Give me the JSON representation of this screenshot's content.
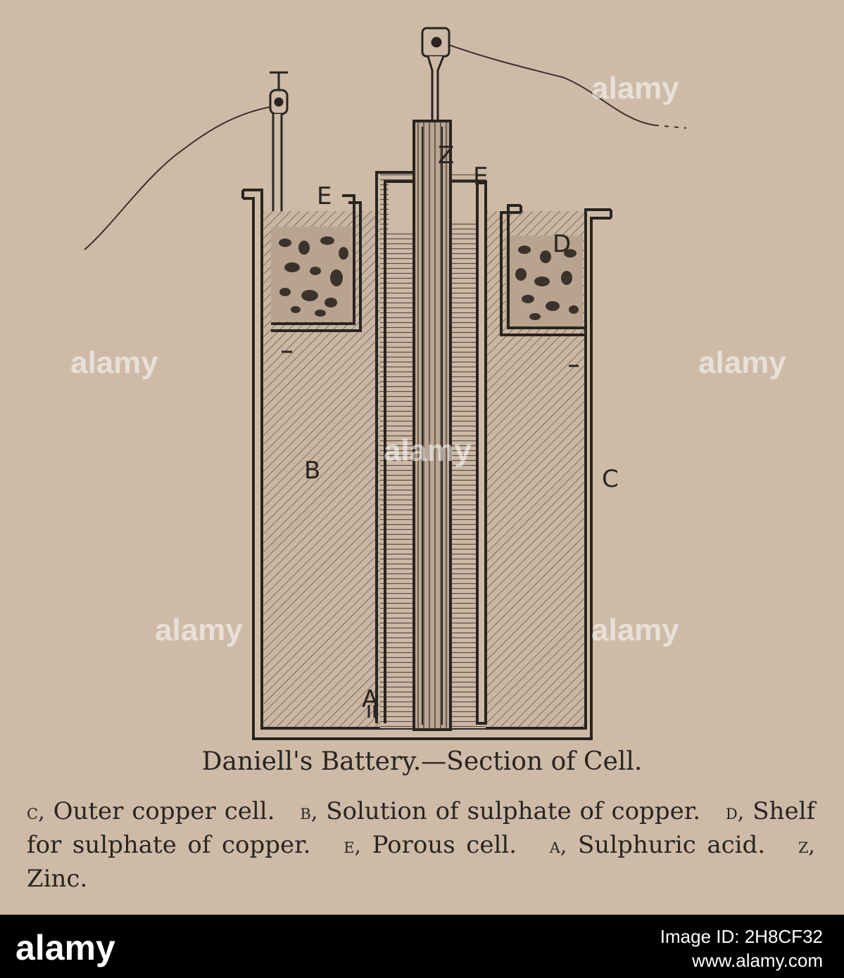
{
  "diagram": {
    "labels": {
      "E_left": "E",
      "Z": "Z",
      "E_right": "E",
      "D": "D",
      "B": "B",
      "C": "C",
      "A": "A"
    }
  },
  "caption": {
    "title": "Daniell's Battery.—Section of Cell.",
    "legend": [
      {
        "key": "c,",
        "text": "Outer copper cell."
      },
      {
        "key": "b,",
        "text": "Solution of sulphate of copper."
      },
      {
        "key": "d,",
        "text": "Shelf for sulphate of copper."
      },
      {
        "key": "e,",
        "text": "Porous cell."
      },
      {
        "key": "a,",
        "text": "Sulphuric acid."
      },
      {
        "key": "z,",
        "text": "Zinc."
      }
    ]
  },
  "watermark": {
    "text": "alamy",
    "color": "#ffffff"
  },
  "footer": {
    "logo": "alamy",
    "image_id": "Image ID: 2H8CF32",
    "url": "www.alamy.com"
  },
  "colors": {
    "paper": "#cdbba8",
    "ink": "#2a2420",
    "footer": "#000000"
  }
}
